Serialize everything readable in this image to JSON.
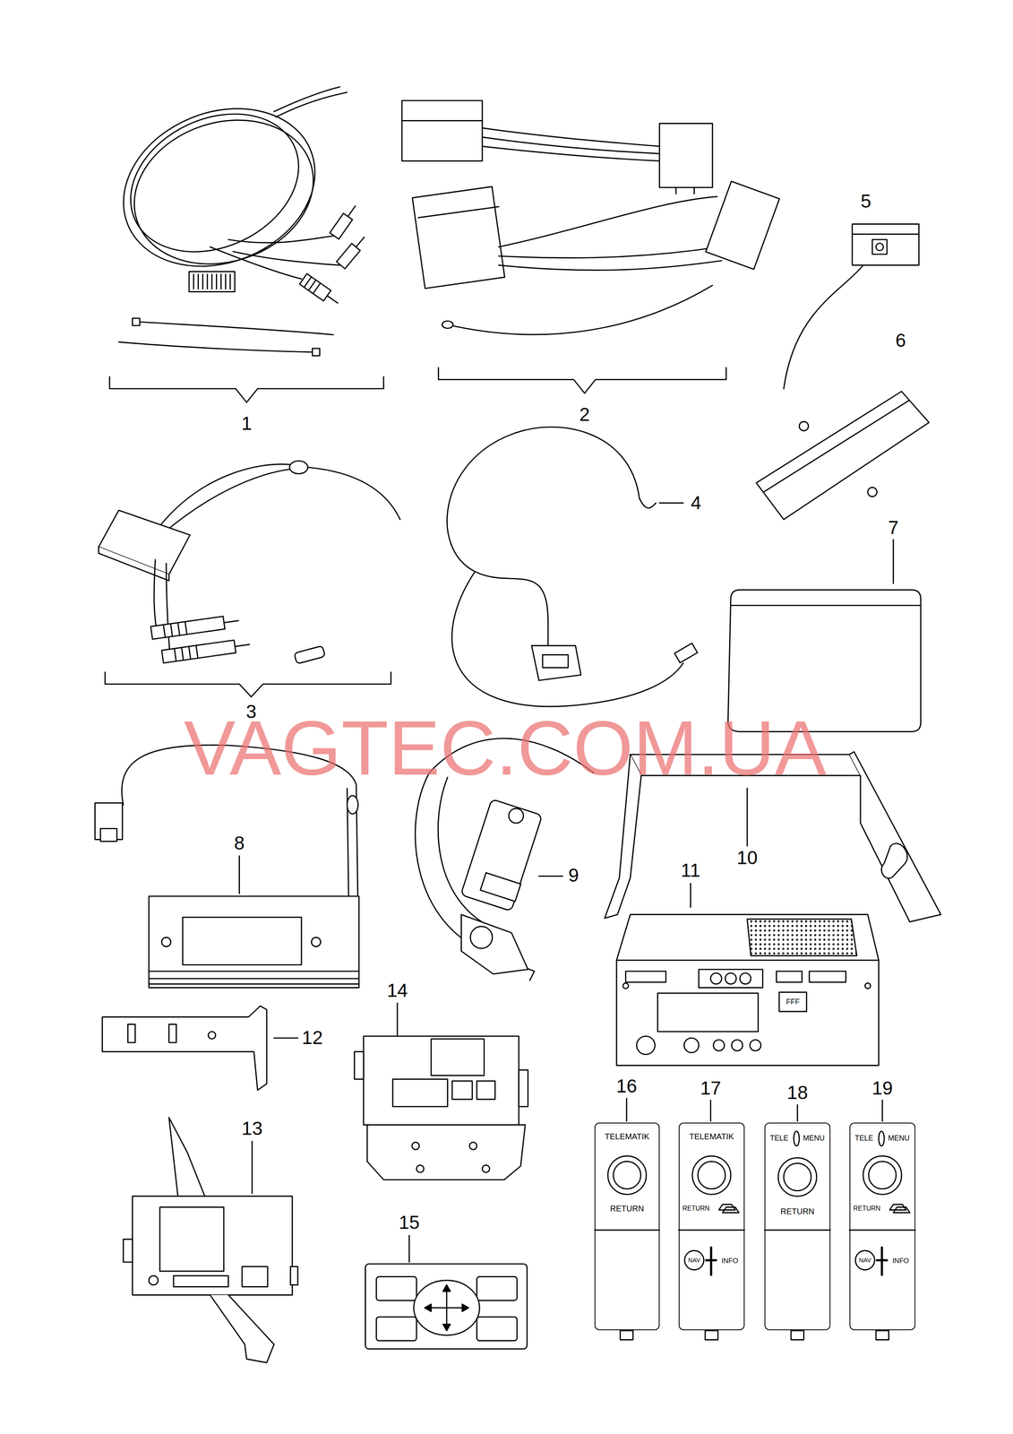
{
  "diagram": {
    "nodes": [
      {
        "text": [
          "TELEMATIK",
          "RETURN"
        ]
      },
      {
        "text": [
          "TELEMATIK",
          "RETURN",
          "NAV",
          "INFO"
        ]
      },
      {
        "text": [
          "TELE",
          "MENU",
          "RETURN"
        ]
      },
      {
        "text": [
          "TELE",
          "MENU",
          "RETURN",
          "NAV",
          "INFO"
        ]
      }
    ],
    "labels": [
      "1",
      "2",
      "3",
      "4",
      "5",
      "6",
      "7",
      "8",
      "9",
      "10",
      "11",
      "12",
      "13",
      "14",
      "15",
      "16",
      "17",
      "18",
      "19",
      "FFF",
      "VAGTEC.COM.UA"
    ]
  }
}
